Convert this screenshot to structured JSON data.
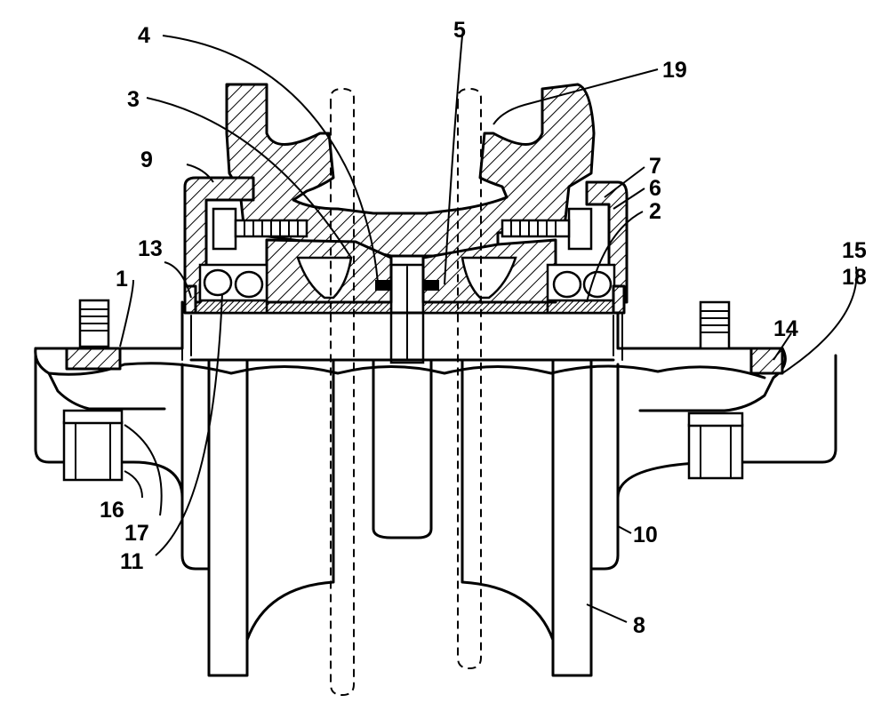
{
  "labels": {
    "l1": "1",
    "l2": "2",
    "l3": "3",
    "l4": "4",
    "l5": "5",
    "l6": "6",
    "l7": "7",
    "l8": "8",
    "l9": "9",
    "l10": "10",
    "l11": "11",
    "l13": "13",
    "l14": "14",
    "l15": "15",
    "l16": "16",
    "l17": "17",
    "l18": "18",
    "l19": "19"
  }
}
